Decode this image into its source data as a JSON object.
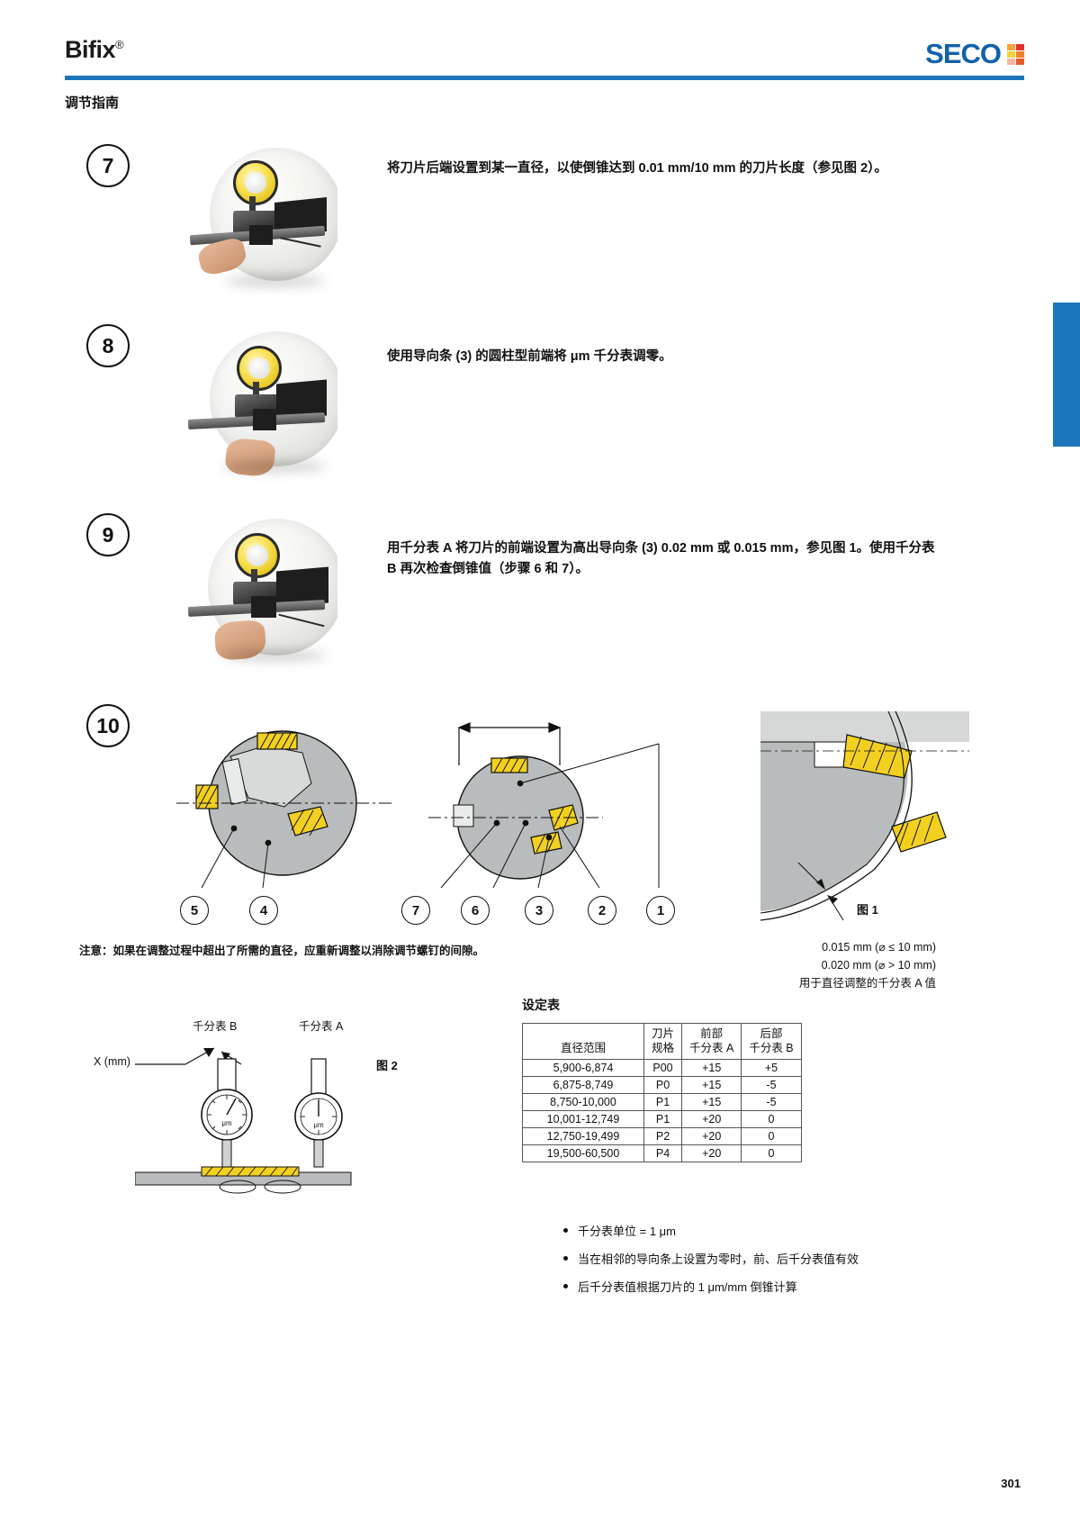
{
  "header": {
    "product": "Bifix",
    "registered": "®",
    "brand": "SECO",
    "section_title": "调节指南"
  },
  "steps": [
    {
      "number": "7",
      "text": "将刀片后端设置到某一直径，以使倒锥达到 0.01 mm/10 mm 的刀片长度（参见图 2）。"
    },
    {
      "number": "8",
      "text": "使用导向条 (3) 的圆柱型前端将 μm 千分表调零。"
    },
    {
      "number": "9",
      "text": "用千分表 A 将刀片的前端设置为高出导向条 (3) 0.02 mm 或 0.015 mm，参见图 1。使用千分表 B 再次检查倒锥值（步骤 6 和 7）。"
    },
    {
      "number": "10",
      "text": ""
    }
  ],
  "diagram": {
    "callouts_left": [
      "5",
      "4"
    ],
    "callouts_mid": [
      "7",
      "6",
      "3",
      "2",
      "1"
    ],
    "fig1_label": "图 1",
    "fig2_label": "图 2",
    "tolerance_lines": [
      "0.015 mm (⌀ ≤ 10 mm)",
      "0.020 mm (⌀ > 10 mm)",
      "用于直径调整的千分表 A 值"
    ],
    "note": "注意：如果在调整过程中超出了所需的直径，应重新调整以消除调节螺钉的间隙。",
    "gauge_b_label": "千分表 B",
    "gauge_a_label": "千分表 A",
    "x_label": "X (mm)",
    "gauge_unit": "μm"
  },
  "table": {
    "title": "设定表",
    "headers": [
      "直径范围",
      "刀片\n规格",
      "前部\n千分表 A",
      "后部\n千分表 B"
    ],
    "header_cells": [
      {
        "l1": "",
        "l2": "直径范围"
      },
      {
        "l1": "刀片",
        "l2": "规格"
      },
      {
        "l1": "前部",
        "l2": "千分表 A"
      },
      {
        "l1": "后部",
        "l2": "千分表 B"
      }
    ],
    "rows": [
      [
        "5,900-6,874",
        "P00",
        "+15",
        "+5"
      ],
      [
        "6,875-8,749",
        "P0",
        "+15",
        "-5"
      ],
      [
        "8,750-10,000",
        "P1",
        "+15",
        "-5"
      ],
      [
        "10,001-12,749",
        "P1",
        "+20",
        "0"
      ],
      [
        "12,750-19,499",
        "P2",
        "+20",
        "0"
      ],
      [
        "19,500-60,500",
        "P4",
        "+20",
        "0"
      ]
    ]
  },
  "bullets": [
    "千分表单位 = 1 μm",
    "当在相邻的导向条上设置为零时，前、后千分表值有效",
    "后千分表值根据刀片的 1 μm/mm 倒锥计算"
  ],
  "footer": {
    "page_number": "301"
  },
  "colors": {
    "brand_blue": "#1b75bb",
    "logo_blue": "#1062ab",
    "accent_yellow": "#f2d020",
    "steel_gray": "#b9bcbd"
  }
}
